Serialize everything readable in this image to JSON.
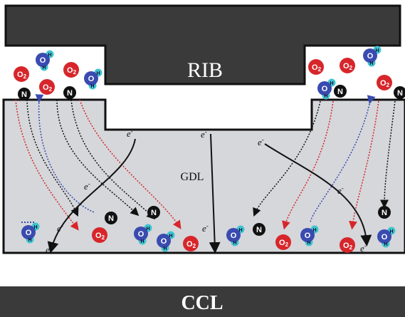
{
  "labels": {
    "rib": "RIB",
    "ccl": "CCL",
    "gdl": "GDL",
    "electron": "e",
    "electron_sup": "-"
  },
  "molecules": {
    "oxygen": "O2",
    "nitrogen": "N",
    "water_o": "O",
    "water_h": "H"
  },
  "colors": {
    "rib": "#3a3a3a",
    "ccl": "#3a3a3a",
    "gdl_fill": "#d5d7db",
    "oxygen": "#d7262b",
    "nitrogen": "#111111",
    "water_o": "#3a4bb0",
    "water_h": "#3fc4cf",
    "path_red": "#d7262b",
    "path_blue": "#3a4bb0",
    "path_black": "#111111"
  }
}
